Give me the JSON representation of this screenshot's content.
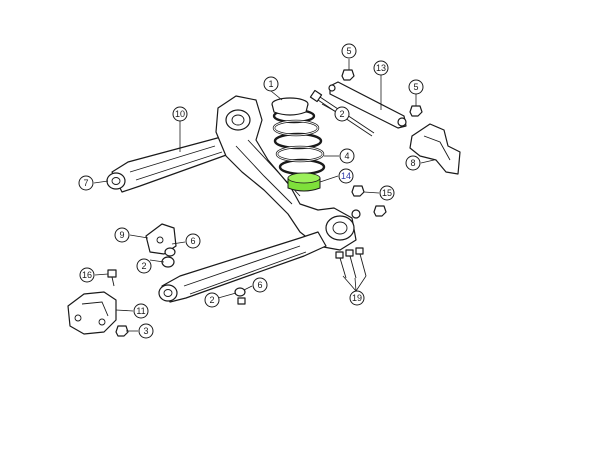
{
  "diagram": {
    "callouts": [
      {
        "id": "c1",
        "label": "1"
      },
      {
        "id": "c2a",
        "label": "2"
      },
      {
        "id": "c2b",
        "label": "2"
      },
      {
        "id": "c2c",
        "label": "2"
      },
      {
        "id": "c3",
        "label": "3"
      },
      {
        "id": "c4",
        "label": "4"
      },
      {
        "id": "c5a",
        "label": "5"
      },
      {
        "id": "c5b",
        "label": "5"
      },
      {
        "id": "c6a",
        "label": "6"
      },
      {
        "id": "c6b",
        "label": "6"
      },
      {
        "id": "c7",
        "label": "7"
      },
      {
        "id": "c8",
        "label": "8"
      },
      {
        "id": "c9",
        "label": "9"
      },
      {
        "id": "c10",
        "label": "10"
      },
      {
        "id": "c11",
        "label": "11"
      },
      {
        "id": "c13",
        "label": "13"
      },
      {
        "id": "c14",
        "label": "14"
      },
      {
        "id": "c15",
        "label": "15"
      },
      {
        "id": "c16",
        "label": "16"
      },
      {
        "id": "c19",
        "label": "19"
      }
    ],
    "colors": {
      "line": "#1a1a1a",
      "highlight": "#7ee03a",
      "highlight_text": "#2c39a8"
    }
  }
}
